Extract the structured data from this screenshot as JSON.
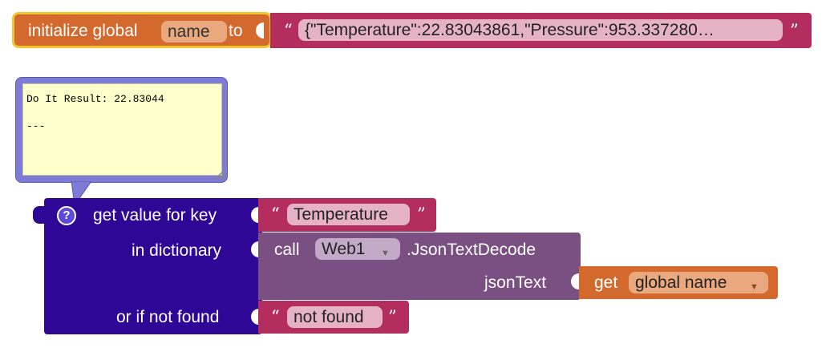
{
  "init_block": {
    "label": "initialize global",
    "var_name": "name",
    "to_label": "to",
    "string_value": "{\"Temperature\":22.83043861,\"Pressure\":953.337280…",
    "open_quote": "“",
    "close_quote": "”"
  },
  "comment": {
    "line1": "Do It Result: 22.83044",
    "line2": "---"
  },
  "dict_block": {
    "help_glyph": "?",
    "label": "get value for key",
    "key_value": "Temperature",
    "in_dictionary_label": "in dictionary",
    "or_if_not_found_label": "or if not found",
    "not_found_value": "not found",
    "open_quote": "“",
    "close_quote": "”"
  },
  "call_block": {
    "call_label": "call",
    "component": "Web1",
    "method": ".JsonTextDecode",
    "param_label": "jsonText",
    "dropdown_arrow": "▼"
  },
  "get_block": {
    "label": "get",
    "var": "global name",
    "dropdown_arrow": "▼"
  },
  "colors": {
    "variable_orange": "#D4692E",
    "text_magenta": "#B32D5E",
    "dictionary_purple": "#2E0797",
    "component_purple": "#7A4F82",
    "comment_yellow": "#FFFFCC",
    "selection_gold": "#F5C530"
  }
}
